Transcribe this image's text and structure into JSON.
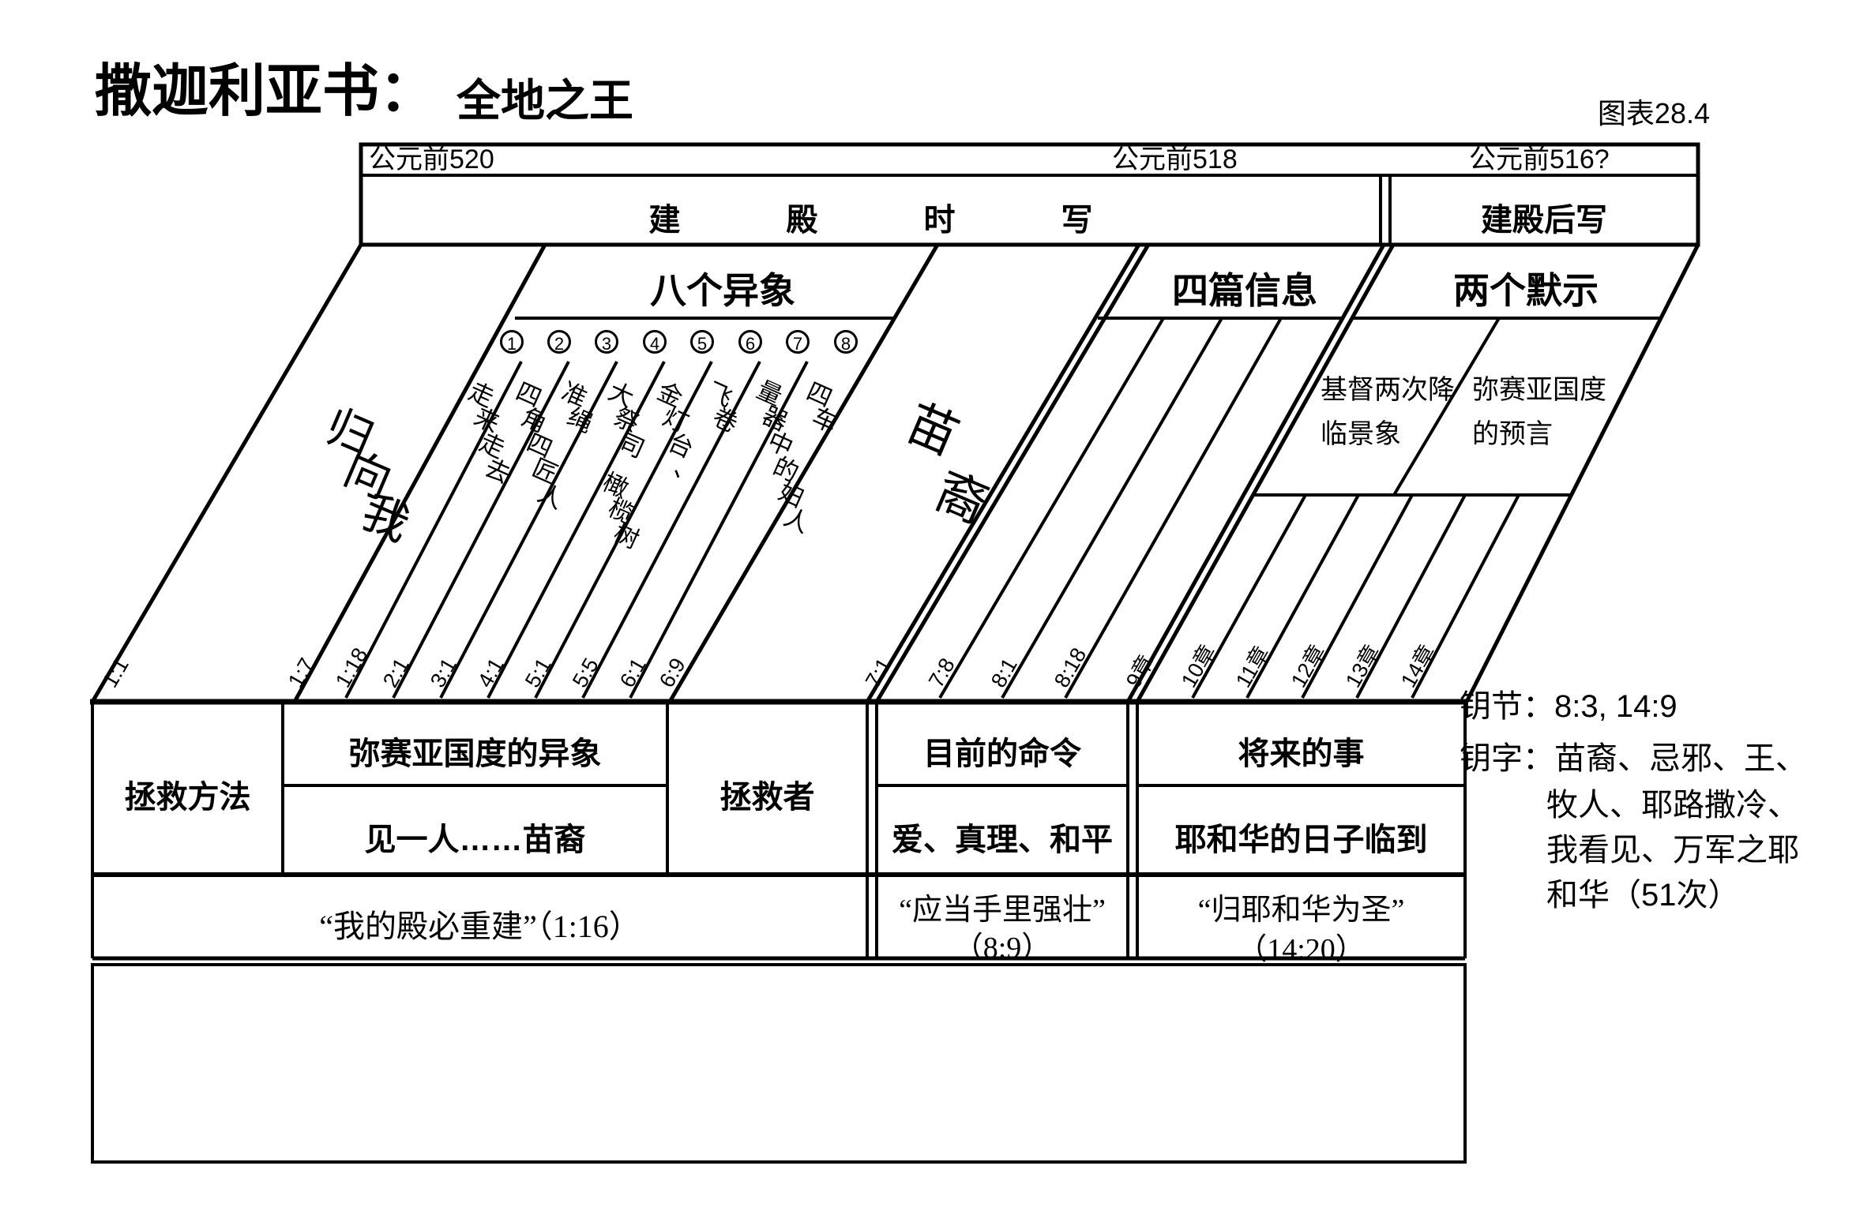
{
  "title": {
    "book": "撒迦利亚书：",
    "subtitle": "全地之王",
    "chart_no": "图表28.4"
  },
  "timeline": {
    "date1": "公元前520",
    "date2": "公元前518",
    "date3": "公元前516?",
    "period1": "建殿时写",
    "period2": "建殿后写"
  },
  "sections": {
    "return": {
      "label": "归向我",
      "ref": "1:1"
    },
    "visions": {
      "header": "八个异象",
      "items": [
        {
          "num": "1",
          "label": "走来走去",
          "ref": "1:7"
        },
        {
          "num": "2",
          "label": "四角四匠人",
          "ref": "1:18"
        },
        {
          "num": "3",
          "label": "准绳",
          "ref": "2:1"
        },
        {
          "num": "4",
          "label": "大祭司",
          "ref": "3:1"
        },
        {
          "num": "5",
          "label": "金灯台、橄榄树",
          "lines": [
            "金灯台、",
            "橄榄树"
          ],
          "ref": "4:1"
        },
        {
          "num": "6",
          "label": "飞卷",
          "ref": "5:1"
        },
        {
          "num": "7",
          "label": "量器中的妇人",
          "ref": "5:5"
        },
        {
          "num": "8",
          "label": "四车",
          "ref": "6:1"
        }
      ]
    },
    "branch": {
      "label": "苗裔",
      "ref": "6:9"
    },
    "messages": {
      "header": "四篇信息",
      "refs": [
        "7:1",
        "7:8",
        "8:1",
        "8:18"
      ]
    },
    "burdens": {
      "header": "两个默示",
      "cells": [
        {
          "line1": "基督两次降",
          "line2": "临景象"
        },
        {
          "line1": "弥赛亚国度",
          "line2": "的预言"
        }
      ],
      "refs": [
        "9章",
        "10章",
        "11章",
        "12章",
        "13章",
        "14章"
      ]
    }
  },
  "table": {
    "col1": "拯救方法",
    "col2_row1": "弥赛亚国度的异象",
    "col2_row2": "见一人……苗裔",
    "col3": "拯救者",
    "col4_row1": "目前的命令",
    "col4_row2": "爱、真理、和平",
    "col5_row1": "将来的事",
    "col5_row2": "耶和华的日子临到",
    "quote1": "“我的殿必重建”（1:16）",
    "quote2_line1": "“应当手里强壮”",
    "quote2_line2": "（8:9）",
    "quote3_line1": "“归耶和华为圣”",
    "quote3_line2": "（14:20）"
  },
  "key": {
    "line1": "钥节：8:3, 14:9",
    "line2": "钥字：苗裔、忌邪、王、",
    "line3": "牧人、耶路撒冷、",
    "line4": "我看见、万军之耶",
    "line5": "和华（51次）"
  }
}
